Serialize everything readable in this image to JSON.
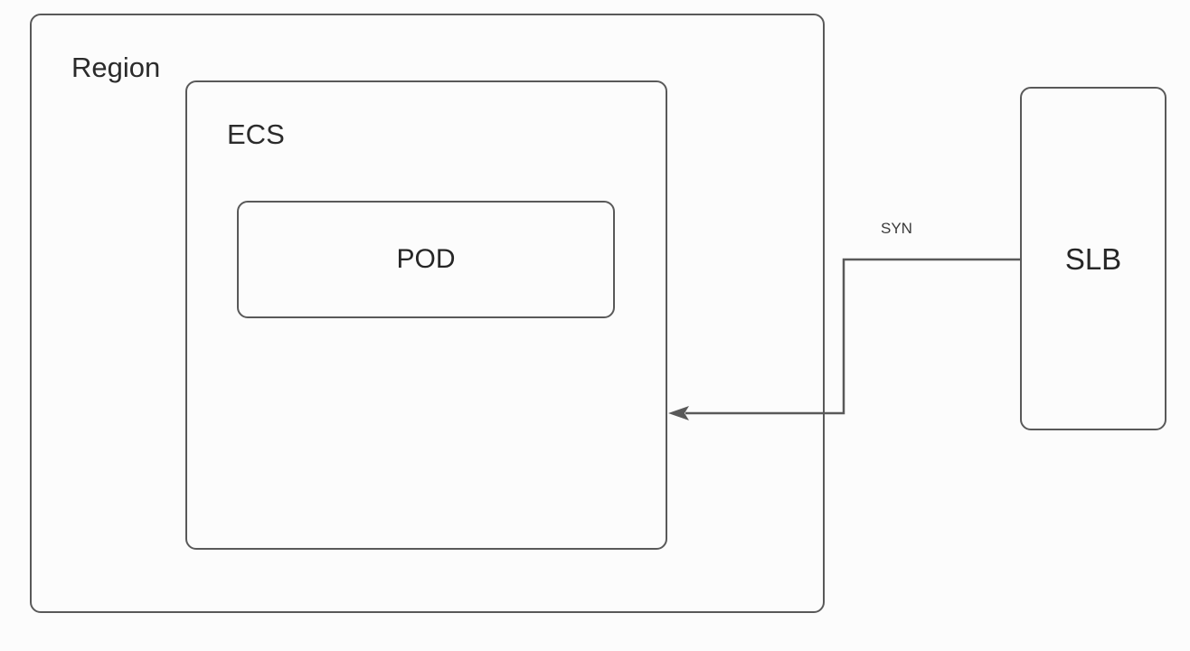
{
  "diagram": {
    "colors": {
      "background": "#fcfcfc",
      "stroke": "#595959",
      "node_text": "#262626",
      "edge_label_text": "#3a3a3a"
    },
    "nodes": {
      "region": {
        "label": "Region"
      },
      "ecs": {
        "label": "ECS"
      },
      "pod": {
        "label": "POD"
      },
      "slb": {
        "label": "SLB"
      }
    },
    "edges": {
      "syn": {
        "label": "SYN",
        "from": "SLB",
        "to": "ECS",
        "arrow_direction": "left"
      }
    }
  }
}
